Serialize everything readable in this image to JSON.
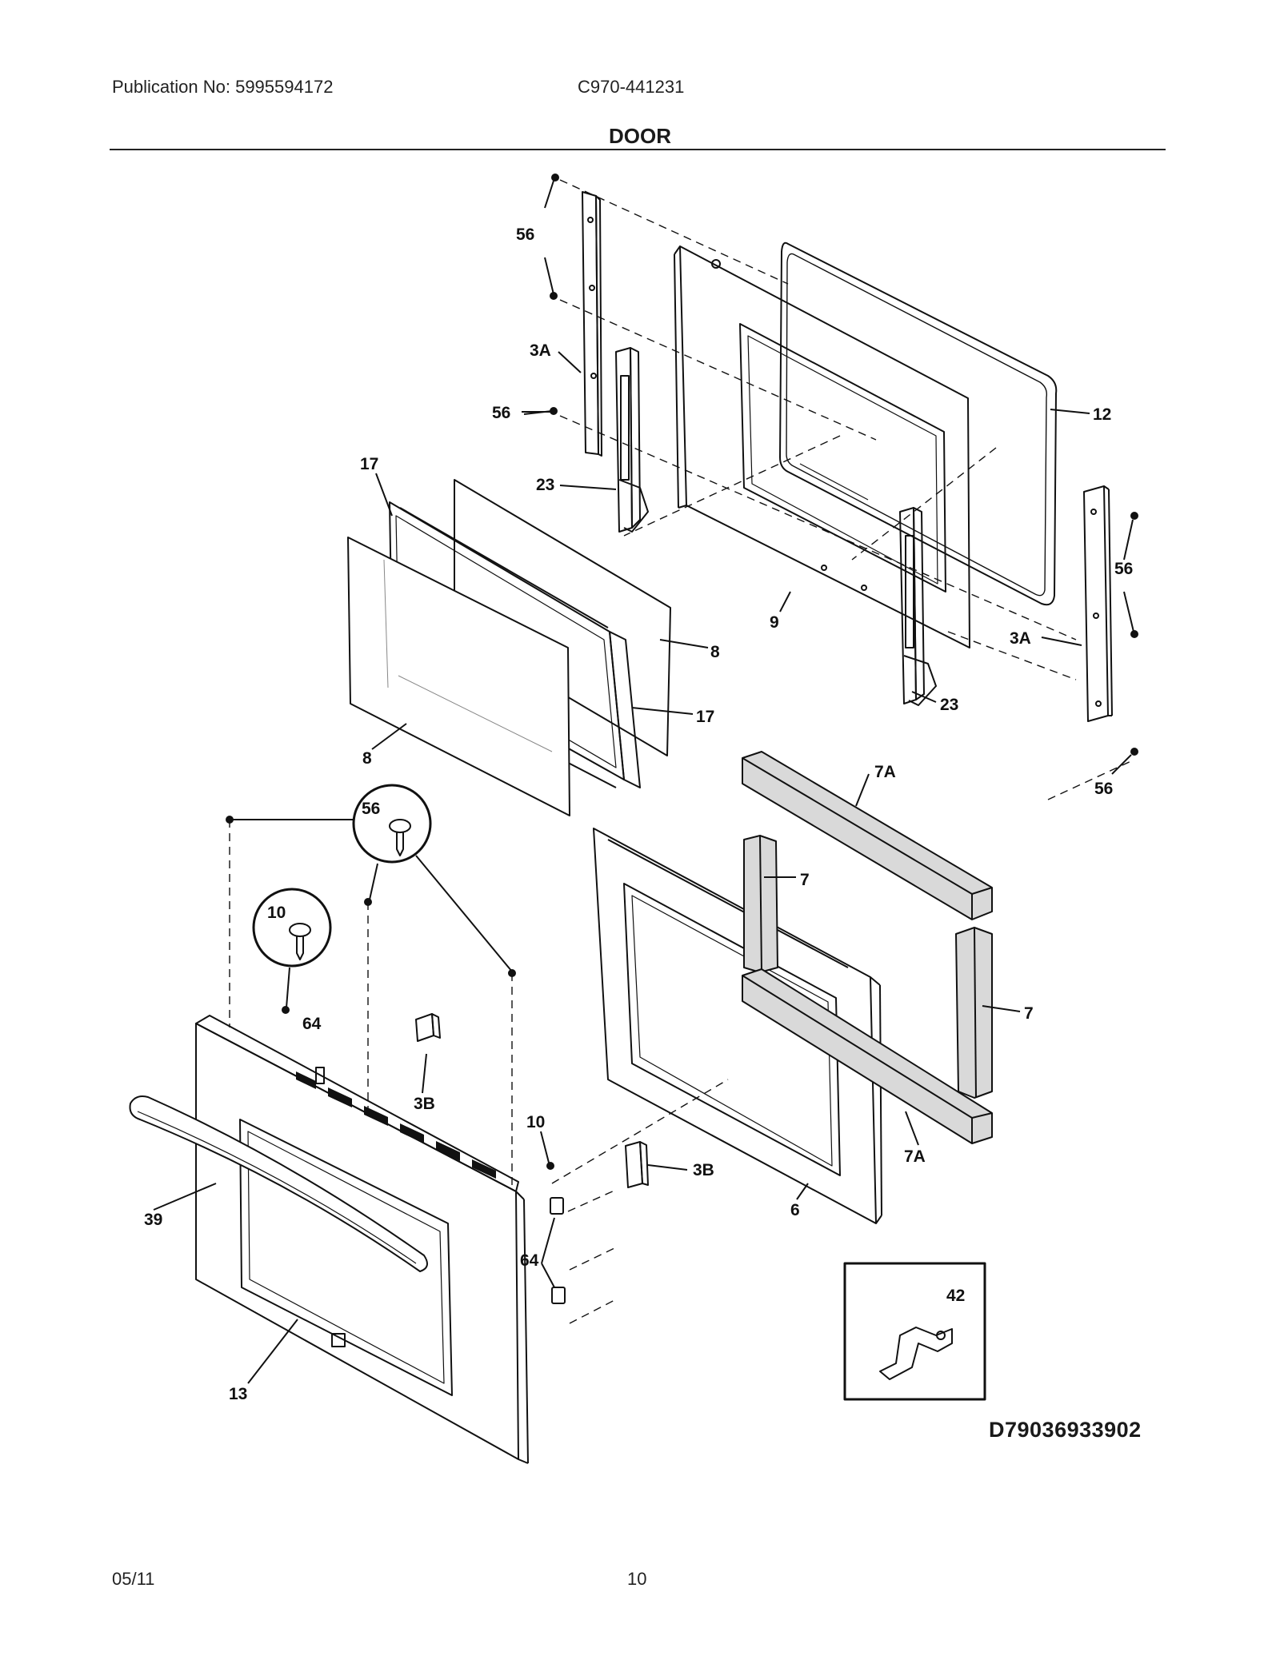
{
  "header": {
    "publication": "Publication No: 5995594172",
    "model": "C970-441231",
    "section_title": "DOOR"
  },
  "callouts": {
    "c56a": "56",
    "c3Aa": "3A",
    "c56b": "56",
    "c23a": "23",
    "c17a": "17",
    "c12": "12",
    "c56c": "56",
    "c9": "9",
    "c3Ab": "3A",
    "c8a": "8",
    "c17b": "17",
    "c23b": "23",
    "c8b": "8",
    "c56d": "56",
    "c7A_top": "7A",
    "c56e": "56",
    "c7a": "7",
    "c10a": "10",
    "c7b": "7",
    "c64a": "64",
    "c3Ba": "3B",
    "c10b": "10",
    "c7A_bot": "7A",
    "c3Bb": "3B",
    "c39": "39",
    "c6": "6",
    "c64b": "64",
    "c42": "42",
    "c13": "13"
  },
  "drawing_id": "D79036933902",
  "footer": {
    "date": "05/11",
    "page": "10"
  }
}
